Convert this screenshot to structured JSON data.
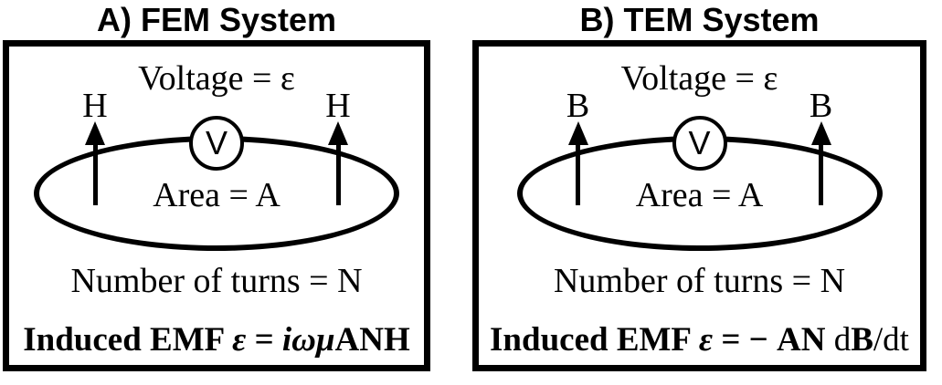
{
  "page": {
    "background": "#ffffff",
    "ink": "#000000"
  },
  "panels": [
    {
      "title": "A) FEM System",
      "voltage_label": "Voltage = ε",
      "field_left": "H",
      "field_right": "H",
      "meter": "V",
      "area_label": "Area = A",
      "turns_label": "Number of turns = N",
      "formula": {
        "lead": "Induced EMF ",
        "epsilon": "ε",
        "equals": " = ",
        "italic_group": "iωμ",
        "bold_group": "ANH",
        "normal_1": "",
        "bold_2": "",
        "normal_2": ""
      }
    },
    {
      "title": "B) TEM System",
      "voltage_label": "Voltage = ε",
      "field_left": "B",
      "field_right": "B",
      "meter": "V",
      "area_label": "Area = A",
      "turns_label": "Number of turns = N",
      "formula": {
        "lead": "Induced EMF ",
        "epsilon": "ε",
        "equals": " = − ",
        "italic_group": "",
        "bold_group": "AN",
        "normal_1": " d",
        "bold_2": "B",
        "normal_2": "/dt"
      }
    }
  ]
}
